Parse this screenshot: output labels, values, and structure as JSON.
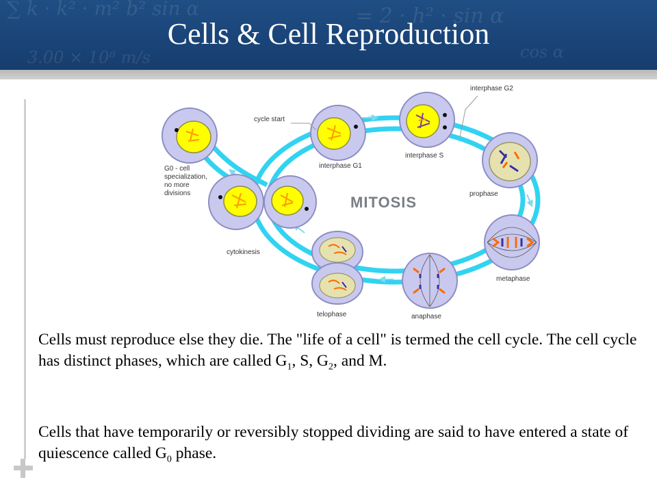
{
  "slide": {
    "title": "Cells & Cell Reproduction"
  },
  "diagram": {
    "center_label": "MITOSIS",
    "labels": {
      "g2": "interphase G2",
      "cycle_start": "cycle start",
      "g1": "interphase G1",
      "s": "interphase S",
      "prophase": "prophase",
      "metaphase": "metaphase",
      "anaphase": "anaphase",
      "telophase": "telophase",
      "cytokinesis": "cytokinesis",
      "g0_line1": "G0 - cell",
      "g0_line2": "specialization,",
      "g0_line3": "no more",
      "g0_line4": "divisions"
    }
  },
  "body": {
    "p1_a": "Cells must reproduce else they die. The \"life of a cell\" is termed the cell cycle. The cell cycle has distinct phases, which are called G",
    "p1_sub1": "1",
    "p1_b": ", S, G",
    "p1_sub2": "2",
    "p1_c": ", and M.",
    "p2_a": "Cells that have temporarily or reversibly stopped dividing are said to have entered a state of quiescence called G",
    "p2_sub": "0",
    "p2_b": " phase."
  },
  "colors": {
    "header": "#1f4e84",
    "cycle_ring": "#32d3f1",
    "cell_body": "#c9c9ef",
    "nucleus": "#ffff00"
  }
}
